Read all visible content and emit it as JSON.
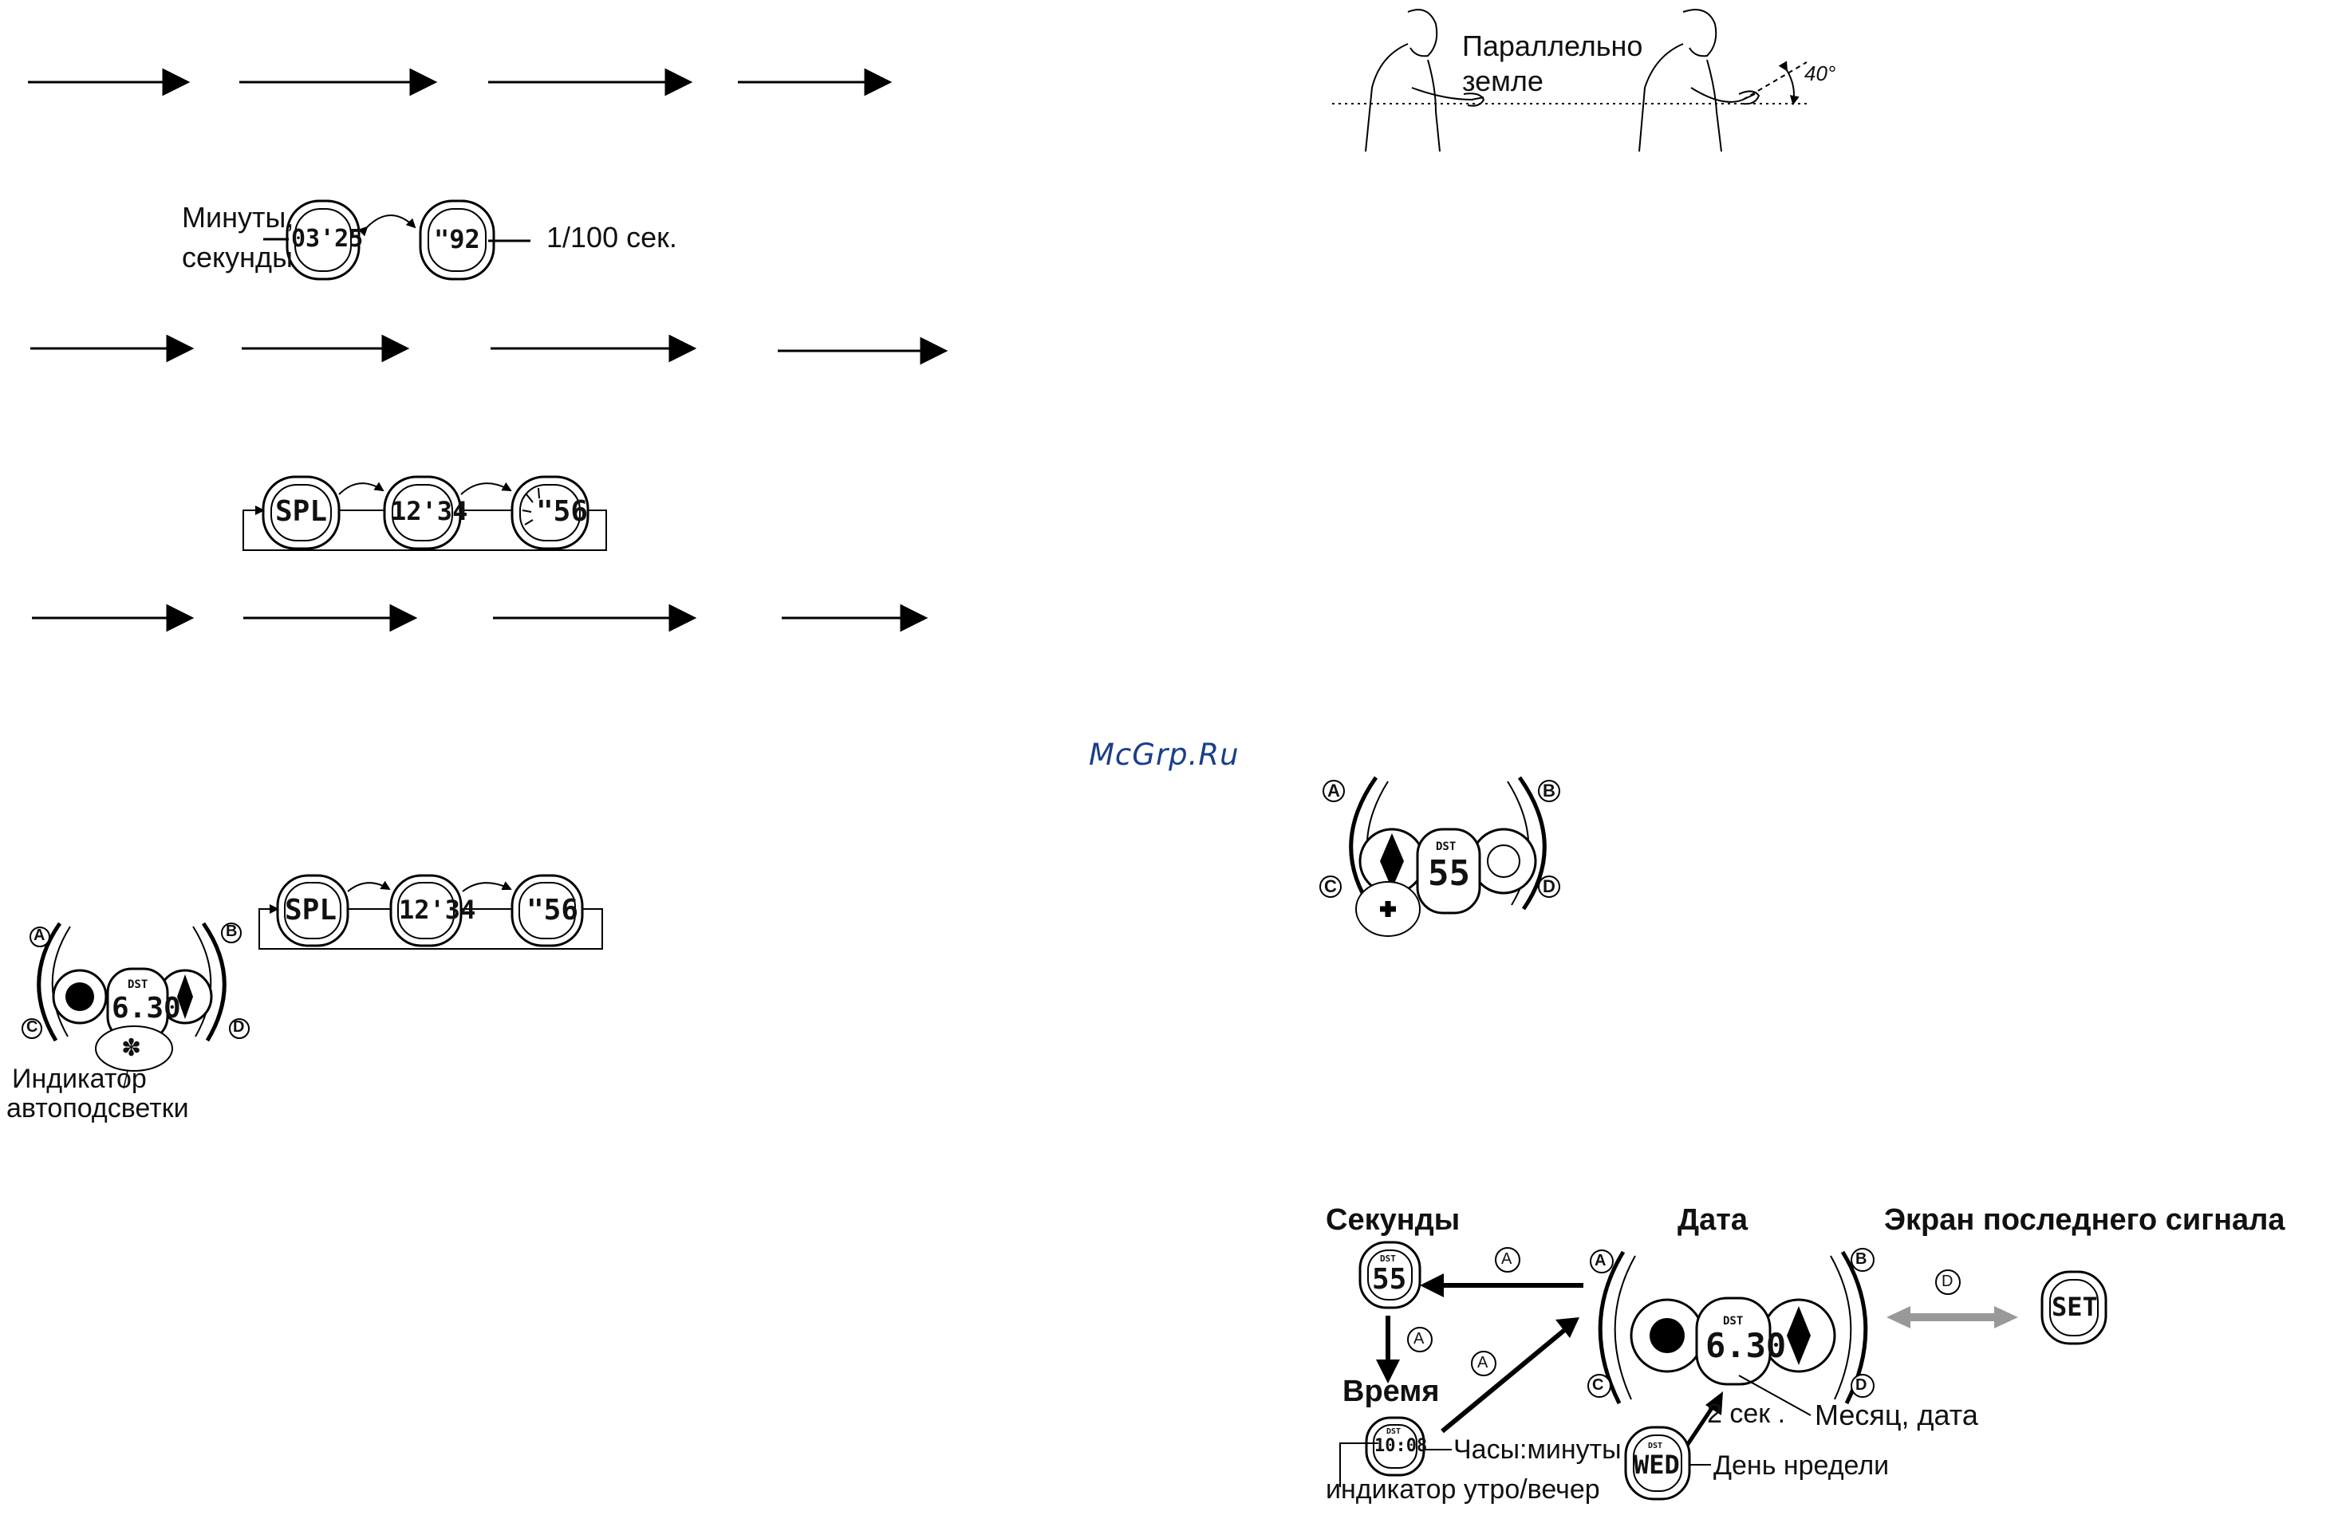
{
  "watermark": "McGrp.Ru",
  "diagram_stopwatch": {
    "label_minutes": "Минуты,",
    "label_seconds": "секунды",
    "display_min_sec": "03'25",
    "display_hundredths": "\"92",
    "label_hundredths": "1/100 сек."
  },
  "diagram_split_1": {
    "display_spl": "SPL",
    "display_time": "12'34",
    "display_hundredths": "\"56"
  },
  "diagram_split_2": {
    "display_spl": "SPL",
    "display_time": "12'34",
    "display_hundredths": "\"56"
  },
  "diagram_autolight": {
    "display_date": "6.30",
    "display_dst": "DST",
    "label_line1": "Индикатор",
    "label_line2": "автоподсветки",
    "buttons": [
      "A",
      "B",
      "C",
      "D"
    ]
  },
  "diagram_angle": {
    "label_line1": "Параллельно",
    "label_line2": "земле",
    "angle": "40°"
  },
  "diagram_seconds_watch": {
    "display_seconds": "55",
    "display_dst": "DST",
    "buttons": [
      "A",
      "B",
      "C",
      "D"
    ]
  },
  "diagram_modes": {
    "heading_seconds": "Секунды",
    "heading_date": "Дата",
    "heading_last_signal": "Экран последнего сигнала",
    "heading_time": "Время",
    "button_a": "A",
    "button_d": "D",
    "display_seconds": "55",
    "display_date": "6.30",
    "display_time": "10:08",
    "display_set": "SET",
    "display_wed": "WED",
    "display_dst": "DST",
    "label_2sec": "2 сек .",
    "label_month_date": "Месяц, дата",
    "label_hours_minutes": "Часы:минуты",
    "label_ampm": "индикатор утро/вечер",
    "label_weekday": "День нредели",
    "buttons": [
      "A",
      "B",
      "C",
      "D"
    ]
  }
}
